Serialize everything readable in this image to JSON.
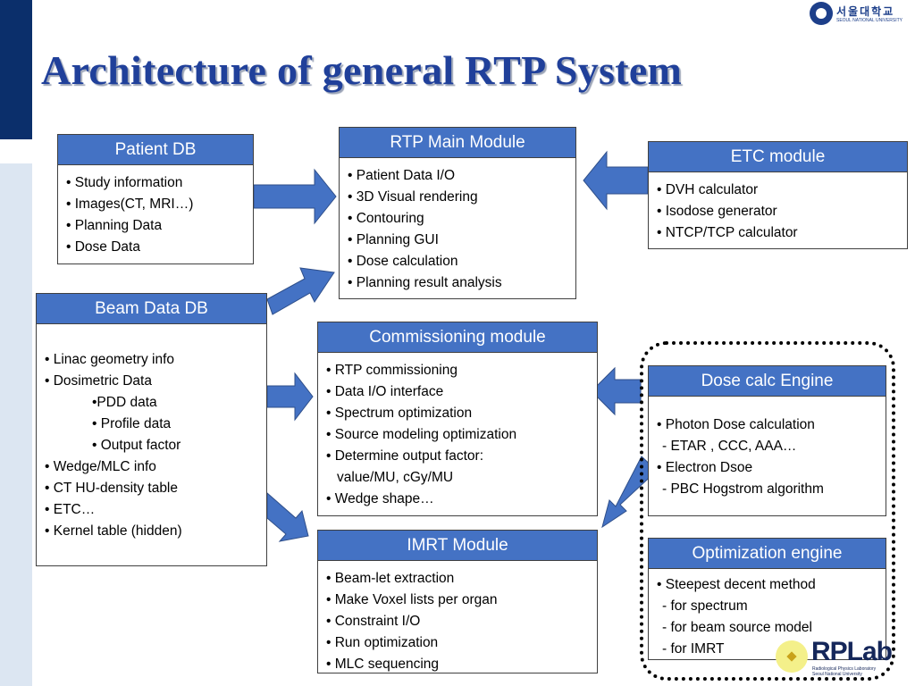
{
  "title": "Architecture of general RTP System",
  "university_logo": {
    "korean": "서울대학교",
    "english": "SEOUL NATIONAL UNIVERSITY"
  },
  "lab_logo": {
    "name": "RPLab",
    "line1": "Radiological Physics Laboratory",
    "line2": "Seoul National University"
  },
  "colors": {
    "header": "#4472c4",
    "arrow": "#4472c4",
    "title": "#20409a",
    "side_bar_dark": "#0b2f6b",
    "side_bar_light": "#dce6f2"
  },
  "boxes": {
    "patient_db": {
      "title": "Patient DB",
      "items": [
        "Study information",
        "Images(CT, MRI…)",
        "Planning Data",
        "Dose Data"
      ]
    },
    "rtp_main": {
      "title": "RTP Main Module",
      "items": [
        "Patient Data I/O",
        "3D Visual rendering",
        "Contouring",
        "Planning GUI",
        "Dose calculation",
        "Planning result analysis"
      ]
    },
    "etc_module": {
      "title": "ETC module",
      "items": [
        "DVH calculator",
        "Isodose generator",
        "NTCP/TCP calculator"
      ]
    },
    "beam_data_db": {
      "title": "Beam Data DB",
      "items": [
        "Linac geometry info",
        "Dosimetric Data",
        "•PDD data",
        "• Profile data",
        "• Output factor",
        "Wedge/MLC info",
        "CT HU-density table",
        "ETC…",
        "Kernel table (hidden)"
      ]
    },
    "commissioning": {
      "title": "Commissioning module",
      "items": [
        "RTP commissioning",
        "Data I/O interface",
        "Spectrum optimization",
        "Source modeling optimization",
        "Determine output factor:",
        "value/MU, cGy/MU",
        "Wedge shape…"
      ]
    },
    "dose_calc": {
      "title": "Dose calc Engine",
      "items": [
        "Photon Dose calculation",
        "- ETAR , CCC, AAA…",
        "Electron Dsoe",
        "- PBC Hogstrom algorithm"
      ]
    },
    "imrt": {
      "title": "IMRT Module",
      "items": [
        "Beam-let extraction",
        "Make Voxel lists per organ",
        "Constraint I/O",
        "Run optimization",
        "MLC sequencing"
      ]
    },
    "optimization": {
      "title": "Optimization engine",
      "items": [
        "Steepest decent method",
        "- for spectrum",
        "- for beam  source model",
        "- for IMRT"
      ]
    }
  }
}
